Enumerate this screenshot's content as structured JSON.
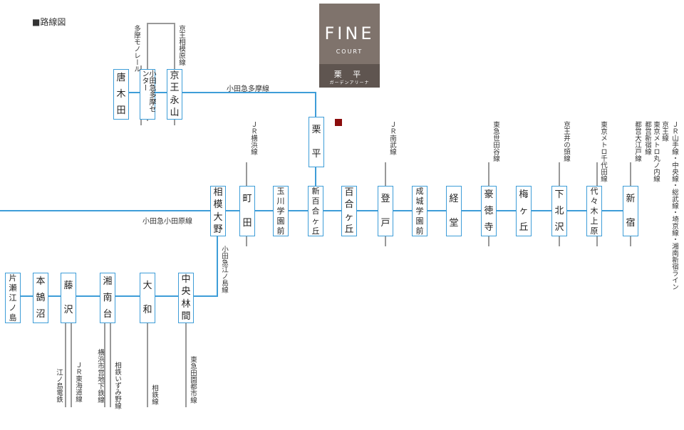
{
  "title": "■路線図",
  "brand": {
    "name": "FINE",
    "sub": "COURT",
    "location": "栗 平",
    "location_sub": "ガーデンアリーナ"
  },
  "colors": {
    "line": "#3e9dd8",
    "connector": "#999999",
    "marker": "#8b0c0c",
    "brand_bg": "#7f736c",
    "brand_bottom": "#5f5550"
  },
  "line_names": {
    "tama": "小田急多摩線",
    "odawara": "小田急小田原線",
    "enoshima": "小田急江ノ島線"
  },
  "stations": [
    {
      "id": "karakida",
      "chars": [
        "唐",
        "木",
        "田"
      ]
    },
    {
      "id": "tama-center",
      "chars": [
        "小田急多摩センター"
      ]
    },
    {
      "id": "nagayama",
      "chars": [
        "京",
        "王",
        "永",
        "山"
      ]
    },
    {
      "id": "kurihira",
      "chars": [
        "栗",
        "平"
      ]
    },
    {
      "id": "sagami-ono",
      "chars": [
        "相",
        "模",
        "大",
        "野"
      ]
    },
    {
      "id": "machida",
      "chars": [
        "町",
        "田"
      ]
    },
    {
      "id": "tamagawa",
      "chars": [
        "玉",
        "川",
        "学",
        "園",
        "前"
      ]
    },
    {
      "id": "shinyuri",
      "chars": [
        "新",
        "百",
        "合",
        "ヶ",
        "丘"
      ]
    },
    {
      "id": "yurigaoka",
      "chars": [
        "百",
        "合",
        "ヶ",
        "丘"
      ]
    },
    {
      "id": "noborito",
      "chars": [
        "登",
        "戸"
      ]
    },
    {
      "id": "seijo",
      "chars": [
        "成",
        "城",
        "学",
        "園",
        "前"
      ]
    },
    {
      "id": "kyodo",
      "chars": [
        "経",
        "堂"
      ]
    },
    {
      "id": "gotokuji",
      "chars": [
        "豪",
        "徳",
        "寺"
      ]
    },
    {
      "id": "umegaoka",
      "chars": [
        "梅",
        "ヶ",
        "丘"
      ]
    },
    {
      "id": "shimokita",
      "chars": [
        "下",
        "北",
        "沢"
      ]
    },
    {
      "id": "yoyogi",
      "chars": [
        "代",
        "々",
        "木",
        "上",
        "原"
      ]
    },
    {
      "id": "shinjuku",
      "chars": [
        "新",
        "宿"
      ]
    },
    {
      "id": "chuorinkan",
      "chars": [
        "中",
        "央",
        "林",
        "間"
      ]
    },
    {
      "id": "yamato",
      "chars": [
        "大",
        "和"
      ]
    },
    {
      "id": "shonandai",
      "chars": [
        "湘",
        "南",
        "台"
      ]
    },
    {
      "id": "fujisawa",
      "chars": [
        "藤",
        "沢"
      ]
    },
    {
      "id": "kugenuma",
      "chars": [
        "本",
        "鵠",
        "沼"
      ]
    },
    {
      "id": "katase",
      "chars": [
        "片",
        "瀬",
        "江",
        "ノ",
        "島"
      ]
    }
  ],
  "connections": {
    "tama_monorail": "多摩モノレール",
    "keio_sagamihara": "京王相模原線",
    "jr_yokohama": "ＪＲ横浜線",
    "jr_nambu": "ＪＲ南武線",
    "tokyu_setagaya": "東急世田谷線",
    "keio_inokashira": "京王井の頭線",
    "metro_chiyoda": "東京メトロ千代田線",
    "shinjuku_lines_1": "京王線",
    "shinjuku_lines_2": "東京メトロ丸ノ内線",
    "shinjuku_lines_3": "都営新宿線",
    "shinjuku_lines_4": "都営大江戸線",
    "shinjuku_jr": "ＪＲ山手線・中央線・総武線・埼京線・湘南新宿ライン",
    "tokyu_denentoshi": "東急田園都市線",
    "sotetsu": "相鉄線",
    "yokohama_subway": "横浜市営地下鉄線",
    "sotetsu_izumino": "相鉄いずみ野線",
    "enoden": "江ノ島電鉄",
    "jr_tokaido": "ＪＲ東海道線"
  }
}
